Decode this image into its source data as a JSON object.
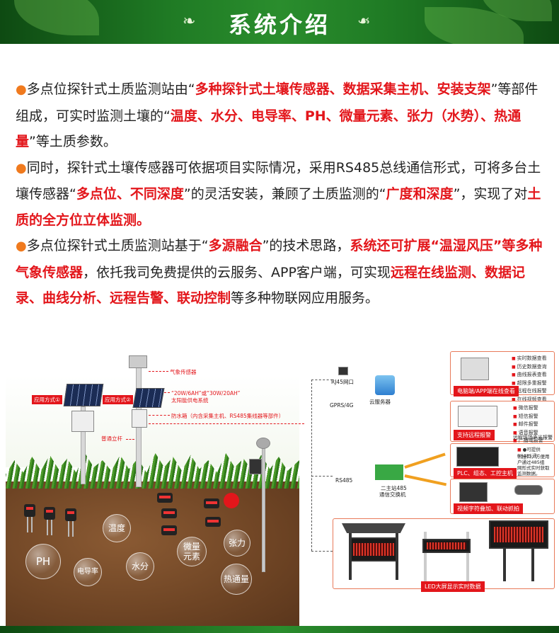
{
  "header": {
    "title": "系统介绍"
  },
  "paragraphs": [
    {
      "segments": [
        {
          "t": "多点位探针式土质监测站由“",
          "red": false
        },
        {
          "t": "多种探针式土壤传感器、数据采集主机、安装支架",
          "red": true
        },
        {
          "t": "”等部件组成，可实时监测土壤的“",
          "red": false
        },
        {
          "t": "温度、水分、电导率、PH、微量元素、张力（水势）、热通量",
          "red": true
        },
        {
          "t": "”等土质参数。",
          "red": false
        }
      ]
    },
    {
      "segments": [
        {
          "t": "同时，探针式土壤传感器可依据项目实际情况，采用RS485总线通信形式，可将多台土壤传感器“",
          "red": false
        },
        {
          "t": "多点位、不同深度",
          "red": true
        },
        {
          "t": "”的灵活安装，兼顾了土质监测的“",
          "red": false
        },
        {
          "t": "广度和深度",
          "red": true
        },
        {
          "t": "”，实现了对",
          "red": false
        },
        {
          "t": "土质的全方位立体监测。",
          "red": true
        }
      ]
    },
    {
      "segments": [
        {
          "t": "多点位探针式土质监测站基于“",
          "red": false
        },
        {
          "t": "多源融合",
          "red": true
        },
        {
          "t": "”的技术思路，",
          "red": false
        },
        {
          "t": "系统还可扩展“温湿风压”等多种气象传感器",
          "red": true
        },
        {
          "t": "，依托我司免费提供的云服务、APP客户端，可实现",
          "red": false
        },
        {
          "t": "远程在线监测、数据记录、曲线分析、远程告警、联动控制",
          "red": true
        },
        {
          "t": "等多种物联网应用服务。",
          "red": false
        }
      ]
    }
  ],
  "diagram": {
    "labels": {
      "weather_sensor": "气象传感器",
      "power": "“20W/6AH”或“30W/20AH”",
      "power2": "太阳能供电系统",
      "box": "防水箱（内含采集主机、RS485集线器等部件）",
      "pole": "普通立杆",
      "app1": "应用方式①",
      "app2": "应用方式②",
      "rj45": "RJ45网口",
      "gprs": "GPRS/4G",
      "cloud": "云服务器",
      "rs485": "RS485",
      "switch1": "二主站485",
      "switch2": "通信交换机"
    },
    "bubbles": [
      "温度",
      "PH",
      "电导率",
      "水分",
      "微量元素",
      "张力",
      "热通量"
    ],
    "right": {
      "box1_tag": "电脑端/APP端在线查看",
      "box1_list": [
        "实时数据查看",
        "历史数据查询",
        "曲线报表查看",
        "超限多重报警",
        "远程在线报警",
        "在线视频查看"
      ],
      "box2_tag": "支持远程报警",
      "box2_list": [
        "微信报警",
        "短信报警",
        "邮件报警",
        "语音报警",
        "广播域报警",
        "远程现场声光报警"
      ],
      "box3_tag": "PLC、组态、工控主机",
      "box3_text": [
        "●可提供RS485通",
        "讯接口，方便用",
        "户通过485组",
        "网形式实时获取",
        "监测数据。"
      ],
      "box4_tag": "视频字符叠加、联动抓拍",
      "box5_tag": "LED大屏显示实时数据"
    }
  },
  "colors": {
    "accent_red": "#e3161b",
    "dot_orange": "#f07a1e",
    "header_green": "#1f7a24"
  }
}
